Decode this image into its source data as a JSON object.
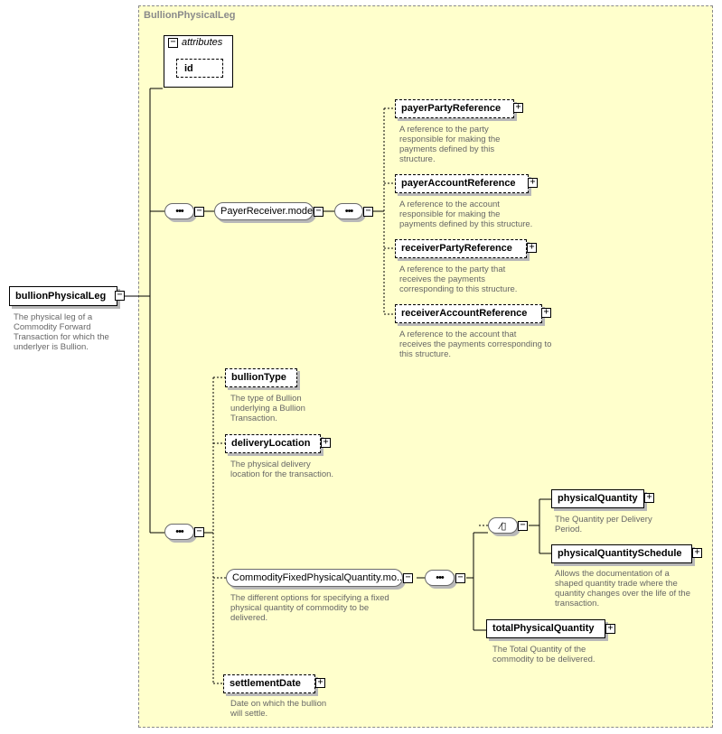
{
  "complex_type": {
    "name": "BullionPhysicalLeg"
  },
  "root": {
    "name": "bullionPhysicalLeg",
    "doc": [
      "The physical leg of a",
      "Commodity Forward",
      "Transaction for which the",
      "underlyer is Bullion."
    ]
  },
  "attributes": {
    "header": "attributes",
    "items": [
      "id"
    ]
  },
  "payer_receiver": {
    "name": "PayerReceiver.model",
    "elements": [
      {
        "name": "payerPartyReference",
        "doc": [
          "A reference to the party",
          "responsible for making the",
          "payments defined by this",
          "structure."
        ]
      },
      {
        "name": "payerAccountReference",
        "doc": [
          "A reference to the account",
          "responsible for making the",
          "payments defined by this structure."
        ]
      },
      {
        "name": "receiverPartyReference",
        "doc": [
          "A reference to the party that",
          "receives the payments",
          "corresponding to this structure."
        ]
      },
      {
        "name": "receiverAccountReference",
        "doc": [
          "A reference to the account that",
          "receives the payments corresponding to",
          "this structure."
        ]
      }
    ]
  },
  "bullion_type": {
    "name": "bullionType",
    "doc": [
      "The type of Bullion",
      "underlying a Bullion",
      "Transaction."
    ]
  },
  "delivery_location": {
    "name": "deliveryLocation",
    "doc": [
      "The physical delivery",
      "location for the transaction."
    ]
  },
  "fixed_qty": {
    "name": "CommodityFixedPhysicalQuantity.mo...",
    "doc": [
      "The different options for specifying a fixed",
      "physical quantity of commodity to be",
      "delivered."
    ]
  },
  "physical_quantity": {
    "name": "physicalQuantity",
    "doc": [
      "The Quantity per Delivery",
      "Period."
    ]
  },
  "physical_quantity_schedule": {
    "name": "physicalQuantitySchedule",
    "doc": [
      "Allows the documentation of a",
      "shaped quantity trade where the",
      "quantity changes over the life of the",
      "transaction."
    ]
  },
  "total_physical_quantity": {
    "name": "totalPhysicalQuantity",
    "doc": [
      "The Total Quantity of the",
      "commodity to be delivered."
    ]
  },
  "settlement_date": {
    "name": "settlementDate",
    "doc": [
      "Date on which the bullion",
      "will settle."
    ]
  },
  "icons": {
    "expand": "plus-box-icon",
    "collapse": "minus-box-icon",
    "sequence": "sequence-icon",
    "choice": "choice-icon"
  }
}
